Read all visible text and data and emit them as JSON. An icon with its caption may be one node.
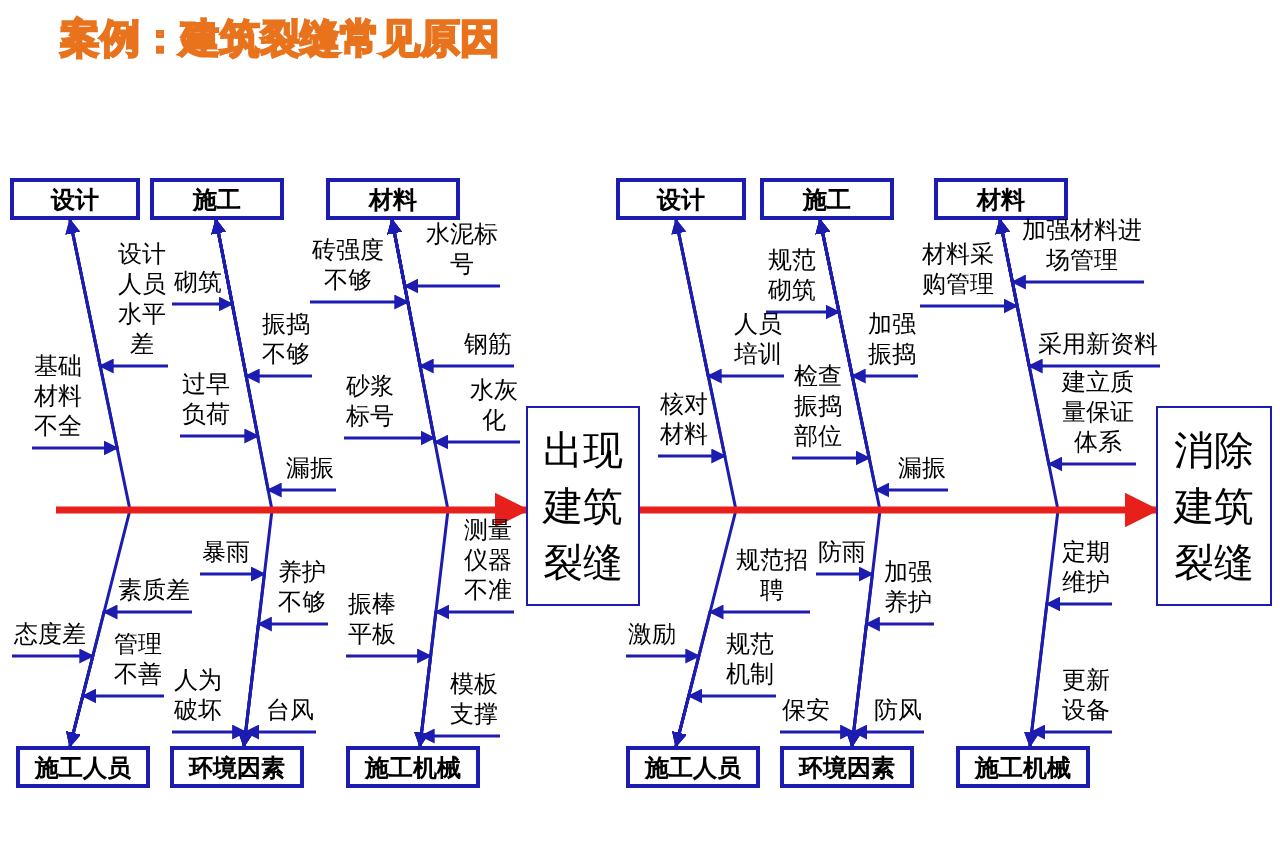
{
  "diagram": {
    "title": "案例：建筑裂缝常见原因",
    "nodes": [
      {
        "text": [
          "设计"
        ]
      },
      {
        "text": [
          "施工"
        ]
      },
      {
        "text": [
          "材料"
        ]
      },
      {
        "text": [
          "施工人员"
        ]
      },
      {
        "text": [
          "环境因素"
        ]
      },
      {
        "text": [
          "施工机械"
        ]
      },
      {
        "text": [
          "出现建筑裂缝"
        ]
      },
      {
        "text": [
          "设计"
        ]
      },
      {
        "text": [
          "施工"
        ]
      },
      {
        "text": [
          "材料"
        ]
      },
      {
        "text": [
          "施工人员"
        ]
      },
      {
        "text": [
          "环境因素"
        ]
      },
      {
        "text": [
          "施工机械"
        ]
      },
      {
        "text": [
          "消除建筑裂缝"
        ]
      },
      {
        "text": [
          "设计人员水平差"
        ]
      },
      {
        "text": [
          "基础材料不全"
        ]
      },
      {
        "text": [
          "砌筑"
        ]
      },
      {
        "text": [
          "振捣不够"
        ]
      },
      {
        "text": [
          "过早负荷"
        ]
      },
      {
        "text": [
          "漏振"
        ]
      },
      {
        "text": [
          "砖强度不够"
        ]
      },
      {
        "text": [
          "水泥标号"
        ]
      },
      {
        "text": [
          "钢筋"
        ]
      },
      {
        "text": [
          "砂浆标号"
        ]
      },
      {
        "text": [
          "水灰化"
        ]
      },
      {
        "text": [
          "素质差"
        ]
      },
      {
        "text": [
          "态度差"
        ]
      },
      {
        "text": [
          "管理不善"
        ]
      },
      {
        "text": [
          "暴雨"
        ]
      },
      {
        "text": [
          "养护不够"
        ]
      },
      {
        "text": [
          "人为破坏"
        ]
      },
      {
        "text": [
          "台风"
        ]
      },
      {
        "text": [
          "振棒平板"
        ]
      },
      {
        "text": [
          "测量仪器不准"
        ]
      },
      {
        "text": [
          "模板支撑"
        ]
      },
      {
        "text": [
          "人员培训"
        ]
      },
      {
        "text": [
          "核对材料"
        ]
      },
      {
        "text": [
          "规范砌筑"
        ]
      },
      {
        "text": [
          "加强振捣"
        ]
      },
      {
        "text": [
          "检查振捣部位"
        ]
      },
      {
        "text": [
          "漏振"
        ]
      },
      {
        "text": [
          "材料采购管理"
        ]
      },
      {
        "text": [
          "加强材料进场管理"
        ]
      },
      {
        "text": [
          "采用新资料"
        ]
      },
      {
        "text": [
          "建立质量保证体系"
        ]
      },
      {
        "text": [
          "规范招聘"
        ]
      },
      {
        "text": [
          "激励"
        ]
      },
      {
        "text": [
          "规范机制"
        ]
      },
      {
        "text": [
          "防雨"
        ]
      },
      {
        "text": [
          "加强养护"
        ]
      },
      {
        "text": [
          "保安"
        ]
      },
      {
        "text": [
          "防风"
        ]
      },
      {
        "text": [
          "定期维护"
        ]
      },
      {
        "text": [
          "更新设备"
        ]
      }
    ],
    "edges": [
      {
        "from": 0,
        "to": 6,
        "arrow": "to"
      },
      {
        "from": 1,
        "to": 6,
        "arrow": "to"
      },
      {
        "from": 2,
        "to": 6,
        "arrow": "to"
      },
      {
        "from": 3,
        "to": 6,
        "arrow": "to"
      },
      {
        "from": 4,
        "to": 6,
        "arrow": "to"
      },
      {
        "from": 5,
        "to": 6,
        "arrow": "to"
      },
      {
        "from": 7,
        "to": 13,
        "arrow": "to"
      },
      {
        "from": 8,
        "to": 13,
        "arrow": "to"
      },
      {
        "from": 9,
        "to": 13,
        "arrow": "to"
      },
      {
        "from": 10,
        "to": 13,
        "arrow": "to"
      },
      {
        "from": 11,
        "to": 13,
        "arrow": "to"
      },
      {
        "from": 12,
        "to": 13,
        "arrow": "to"
      },
      {
        "from": 14,
        "to": 0,
        "arrow": "to"
      },
      {
        "from": 15,
        "to": 0,
        "arrow": "to"
      },
      {
        "from": 16,
        "to": 1,
        "arrow": "to"
      },
      {
        "from": 17,
        "to": 1,
        "arrow": "to"
      },
      {
        "from": 18,
        "to": 1,
        "arrow": "to"
      },
      {
        "from": 19,
        "to": 1,
        "arrow": "to"
      },
      {
        "from": 20,
        "to": 2,
        "arrow": "to"
      },
      {
        "from": 21,
        "to": 2,
        "arrow": "to"
      },
      {
        "from": 22,
        "to": 2,
        "arrow": "to"
      },
      {
        "from": 23,
        "to": 2,
        "arrow": "to"
      },
      {
        "from": 24,
        "to": 2,
        "arrow": "to"
      },
      {
        "from": 25,
        "to": 3,
        "arrow": "to"
      },
      {
        "from": 26,
        "to": 3,
        "arrow": "to"
      },
      {
        "from": 27,
        "to": 3,
        "arrow": "to"
      },
      {
        "from": 28,
        "to": 4,
        "arrow": "to"
      },
      {
        "from": 29,
        "to": 4,
        "arrow": "to"
      },
      {
        "from": 30,
        "to": 4,
        "arrow": "to"
      },
      {
        "from": 31,
        "to": 4,
        "arrow": "to"
      },
      {
        "from": 32,
        "to": 5,
        "arrow": "to"
      },
      {
        "from": 33,
        "to": 5,
        "arrow": "to"
      },
      {
        "from": 34,
        "to": 5,
        "arrow": "to"
      },
      {
        "from": 35,
        "to": 7,
        "arrow": "to"
      },
      {
        "from": 36,
        "to": 7,
        "arrow": "to"
      },
      {
        "from": 37,
        "to": 8,
        "arrow": "to"
      },
      {
        "from": 38,
        "to": 8,
        "arrow": "to"
      },
      {
        "from": 39,
        "to": 8,
        "arrow": "to"
      },
      {
        "from": 40,
        "to": 8,
        "arrow": "to"
      },
      {
        "from": 41,
        "to": 9,
        "arrow": "to"
      },
      {
        "from": 42,
        "to": 9,
        "arrow": "to"
      },
      {
        "from": 43,
        "to": 9,
        "arrow": "to"
      },
      {
        "from": 44,
        "to": 9,
        "arrow": "to"
      },
      {
        "from": 45,
        "to": 10,
        "arrow": "to"
      },
      {
        "from": 46,
        "to": 10,
        "arrow": "to"
      },
      {
        "from": 47,
        "to": 10,
        "arrow": "to"
      },
      {
        "from": 48,
        "to": 11,
        "arrow": "to"
      },
      {
        "from": 49,
        "to": 11,
        "arrow": "to"
      },
      {
        "from": 50,
        "to": 11,
        "arrow": "to"
      },
      {
        "from": 51,
        "to": 11,
        "arrow": "to"
      },
      {
        "from": 52,
        "to": 12,
        "arrow": "to"
      },
      {
        "from": 53,
        "to": 12,
        "arrow": "to"
      },
      {
        "from": null,
        "to": 6,
        "arrow": "to",
        "style": "thick",
        "color": "#e8201c"
      },
      {
        "from": 6,
        "to": 13,
        "arrow": "to",
        "style": "thick",
        "color": "#e8201c"
      }
    ]
  }
}
